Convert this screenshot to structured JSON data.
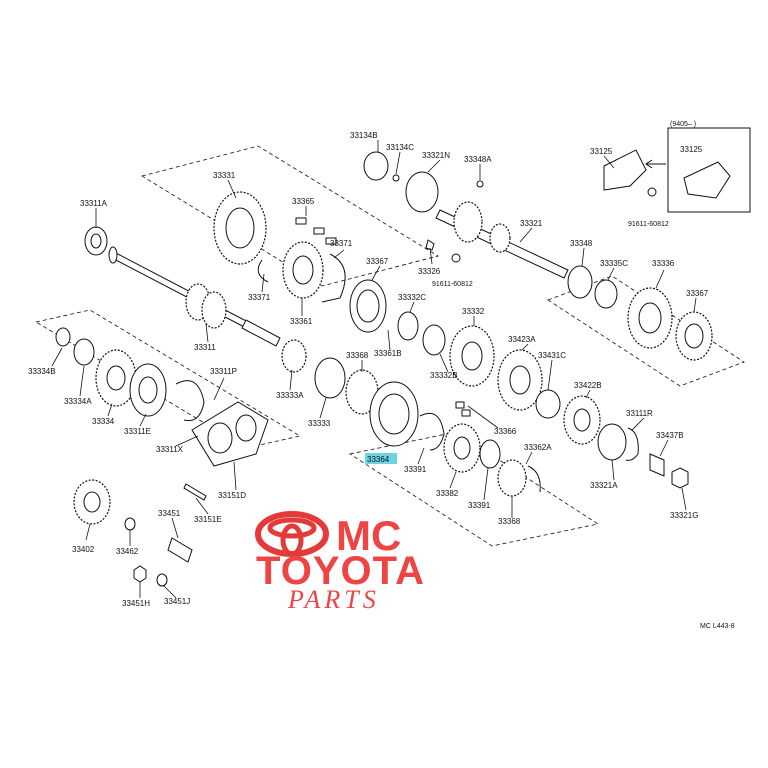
{
  "diagram": {
    "highlighted_part": "33364",
    "drawing_code": "MC L443-8",
    "inset_label": "(9405–      )",
    "part_labels": [
      "33311A",
      "33331",
      "33365",
      "33371",
      "33371",
      "33361",
      "33311",
      "33334B",
      "33334A",
      "33334",
      "33311E",
      "33311P",
      "33311X",
      "33151D",
      "33333A",
      "33333",
      "33368",
      "33364",
      "33367",
      "33361B",
      "33332C",
      "33332B",
      "33332",
      "33134B",
      "33134C",
      "33321N",
      "33348A",
      "33321",
      "33326",
      "91611-60812",
      "33348",
      "33335C",
      "33336",
      "33367",
      "33125",
      "33125",
      "91611-60812",
      "33423A",
      "33431C",
      "33422B",
      "33111R",
      "33437B",
      "33321A",
      "33321G",
      "33366",
      "33391",
      "33382",
      "33391",
      "33362A",
      "33368",
      "33402",
      "33462",
      "33451",
      "33151E",
      "33451H",
      "33451J"
    ]
  },
  "watermark": {
    "line1": "MC",
    "line2": "TOYOTA",
    "line3": "PARTS",
    "color": "#ee4444"
  }
}
